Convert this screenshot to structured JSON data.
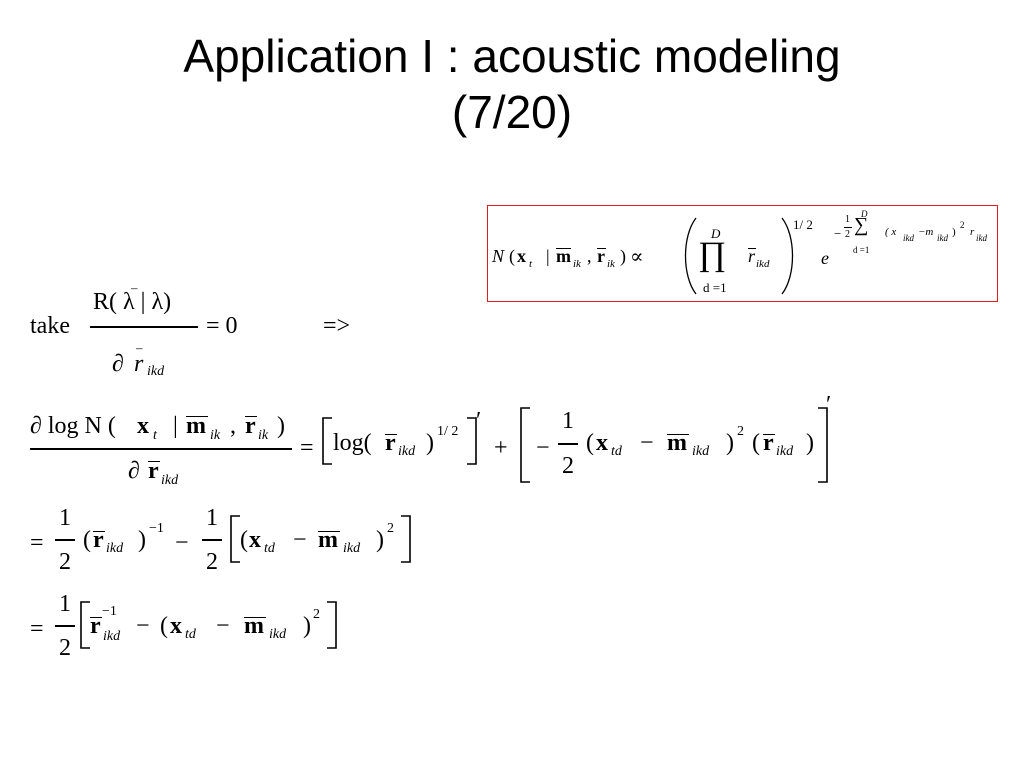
{
  "slide": {
    "title_line1": "Application I : acoustic modeling",
    "title_line2": "(7/20)"
  },
  "box_formula": {
    "N": "N",
    "x": "x",
    "t": "t",
    "m": "m",
    "ik": "ik",
    "r": "r",
    "rik": "ik",
    "propto": "∝",
    "prod": "∏",
    "D": "D",
    "d1": "d =1",
    "rikd": "ikd",
    "half": "1/ 2",
    "e": "e",
    "exp_minus": "−",
    "exp_1": "1",
    "exp_2": "2",
    "sum": "∑",
    "exp_D": "D",
    "exp_d1": "d =1",
    "exp_term": "( x",
    "exp_ikd": "ikd",
    "exp_minus2": "−m",
    "exp_ikd2": "ikd",
    "exp_paren": ")",
    "exp_sq": "2",
    "exp_r": "r",
    "exp_rikd": "ikd"
  },
  "eq1": {
    "take": "take",
    "numer": "R( λ | λ)",
    "denom_d": "∂",
    "denom_r": "r",
    "denom_sub": "ikd",
    "equals_zero": "= 0",
    "arrow": "=>"
  },
  "eq2": {
    "lhs_num": "∂ log N (",
    "x": "x",
    "t": "t",
    "bar": "|",
    "m": "m",
    "ik": "ik",
    "comma": ",",
    "r": "r",
    "rik": "ik",
    "close": ")",
    "lhs_den_d": "∂",
    "lhs_den_r": "r",
    "lhs_den_sub": "ikd",
    "eq": "=",
    "log": "log(",
    "r2": "r",
    "sub2": "ikd",
    "close2": ")",
    "half": "1/ 2",
    "prime": "′",
    "plus": "+",
    "minus": "−",
    "one": "1",
    "two": "2",
    "xpar": "(x",
    "td": "td",
    "minus2": "−",
    "m2": "m",
    "ikd": "ikd",
    "sq_close": ")",
    "sq": "2",
    "rpar": "(r",
    "ikd2": "ikd",
    "rclose": ")",
    "prime2": "′"
  },
  "eq3": {
    "eq": "=",
    "one": "1",
    "two": "2",
    "rpar": "(r",
    "ikd": "ikd",
    "close": ")",
    "inv": "−1",
    "minus": "−",
    "one2": "1",
    "two2": "2",
    "xpar": "(x",
    "td": "td",
    "minus2": "−",
    "m": "m",
    "ikd2": "ikd",
    "close2": ")",
    "sq": "2"
  },
  "eq4": {
    "eq": "=",
    "one": "1",
    "two": "2",
    "r": "r",
    "inv": "−1",
    "ikd": "ikd",
    "minus": "−",
    "xpar": "(x",
    "td": "td",
    "minus2": "−",
    "m": "m",
    "ikd2": "ikd",
    "close": ")",
    "sq": "2"
  }
}
